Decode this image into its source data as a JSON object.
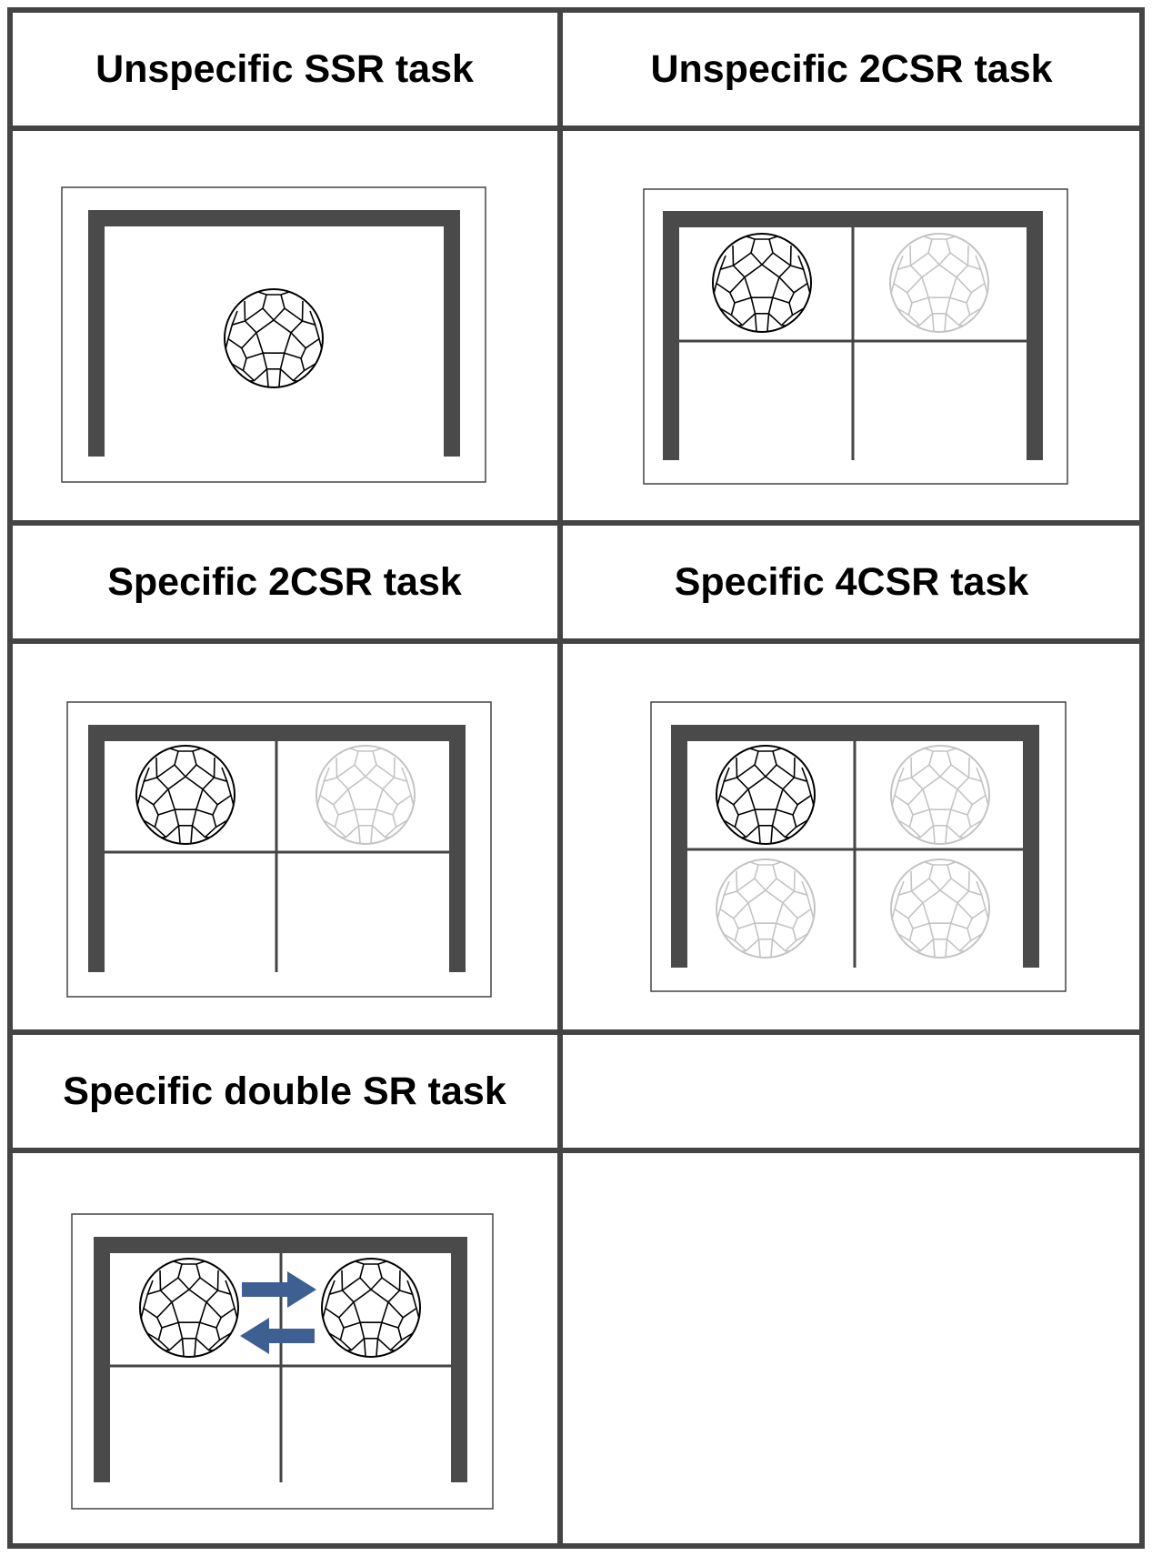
{
  "titles": {
    "unspecific_ssr": "Unspecific SSR task",
    "unspecific_2csr": "Unspecific 2CSR task",
    "specific_2csr": "Specific 2CSR task",
    "specific_4csr": "Specific 4CSR task",
    "specific_double_sr": "Specific double SR task"
  },
  "colors": {
    "grid_line": "#444444",
    "goal_post": "#4a4a4a",
    "ball_active": "#000000",
    "ball_inactive": "#c4c4c4",
    "arrow": "#3d5f92"
  }
}
